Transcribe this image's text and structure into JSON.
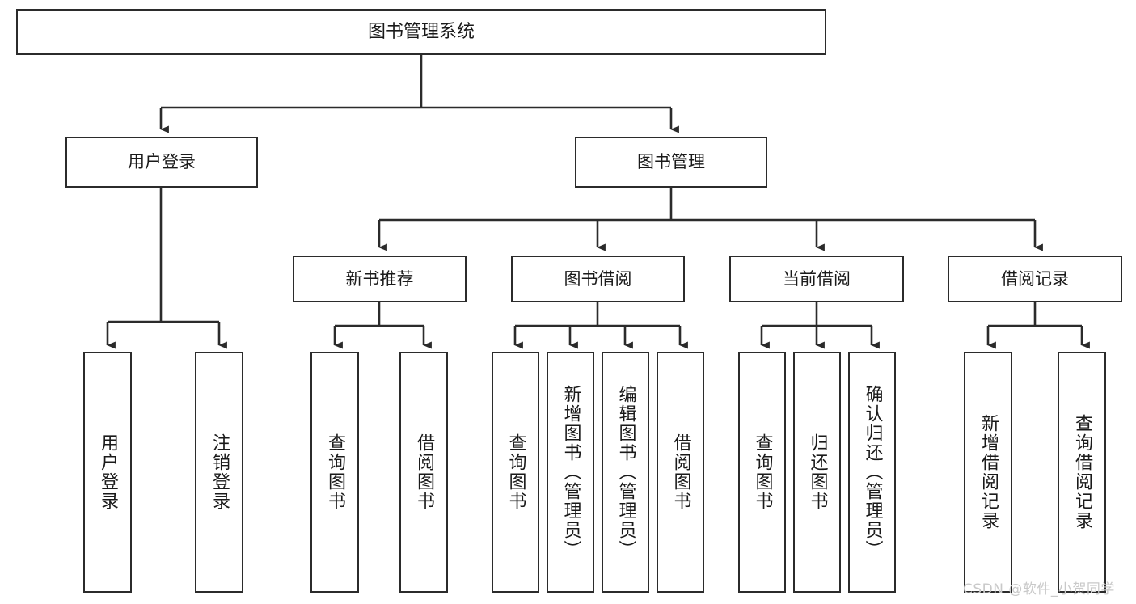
{
  "diagram": {
    "type": "tree-hierarchy-chart",
    "title": "图书管理系统",
    "orientation": "top-down",
    "box_fill": "#ffffff",
    "box_stroke": "#2b2b2b",
    "text_color": "#1a1a1a",
    "connector_color": "#2b2b2b",
    "levels": [
      {
        "level": 1,
        "nodes": [
          {
            "id": "root",
            "label": "图书管理系统",
            "text_direction": "horizontal"
          }
        ]
      },
      {
        "level": 2,
        "nodes": [
          {
            "id": "user-login",
            "label": "用户登录",
            "text_direction": "horizontal",
            "parent": "root"
          },
          {
            "id": "book-management",
            "label": "图书管理",
            "text_direction": "horizontal",
            "parent": "root"
          }
        ]
      },
      {
        "level": 3,
        "nodes": [
          {
            "id": "new-book-recommend",
            "label": "新书推荐",
            "text_direction": "horizontal",
            "parent": "book-management"
          },
          {
            "id": "book-borrow",
            "label": "图书借阅",
            "text_direction": "horizontal",
            "parent": "book-management"
          },
          {
            "id": "current-borrow",
            "label": "当前借阅",
            "text_direction": "horizontal",
            "parent": "book-management"
          },
          {
            "id": "borrow-record",
            "label": "借阅记录",
            "text_direction": "horizontal",
            "parent": "book-management"
          }
        ]
      },
      {
        "level": 4,
        "nodes": [
          {
            "id": "leaf-user-login",
            "label": "用户登录",
            "text_direction": "vertical",
            "parent": "user-login"
          },
          {
            "id": "leaf-user-logout",
            "label": "注销登录",
            "text_direction": "vertical",
            "parent": "user-login"
          },
          {
            "id": "leaf-query-book-1",
            "label": "查询图书",
            "text_direction": "vertical",
            "parent": "new-book-recommend"
          },
          {
            "id": "leaf-borrow-book-1",
            "label": "借阅图书",
            "text_direction": "vertical",
            "parent": "new-book-recommend"
          },
          {
            "id": "leaf-query-book-2",
            "label": "查询图书",
            "text_direction": "vertical",
            "parent": "book-borrow"
          },
          {
            "id": "leaf-add-book",
            "label": "新增图书（管理员）",
            "text_direction": "vertical",
            "parent": "book-borrow"
          },
          {
            "id": "leaf-edit-book",
            "label": "编辑图书（管理员）",
            "text_direction": "vertical",
            "parent": "book-borrow"
          },
          {
            "id": "leaf-borrow-book-2",
            "label": "借阅图书",
            "text_direction": "vertical",
            "parent": "book-borrow"
          },
          {
            "id": "leaf-query-book-3",
            "label": "查询图书",
            "text_direction": "vertical",
            "parent": "current-borrow"
          },
          {
            "id": "leaf-return-book",
            "label": "归还图书",
            "text_direction": "vertical",
            "parent": "current-borrow"
          },
          {
            "id": "leaf-confirm-return",
            "label": "确认归还（管理员）",
            "text_direction": "vertical",
            "parent": "current-borrow"
          },
          {
            "id": "leaf-add-record",
            "label": "新增借阅记录",
            "text_direction": "vertical",
            "parent": "borrow-record"
          },
          {
            "id": "leaf-query-record",
            "label": "查询借阅记录",
            "text_direction": "vertical",
            "parent": "borrow-record"
          }
        ]
      }
    ]
  },
  "watermark": {
    "text": "CSDN @软件_小贺同学",
    "color": "#c9c9c9"
  }
}
